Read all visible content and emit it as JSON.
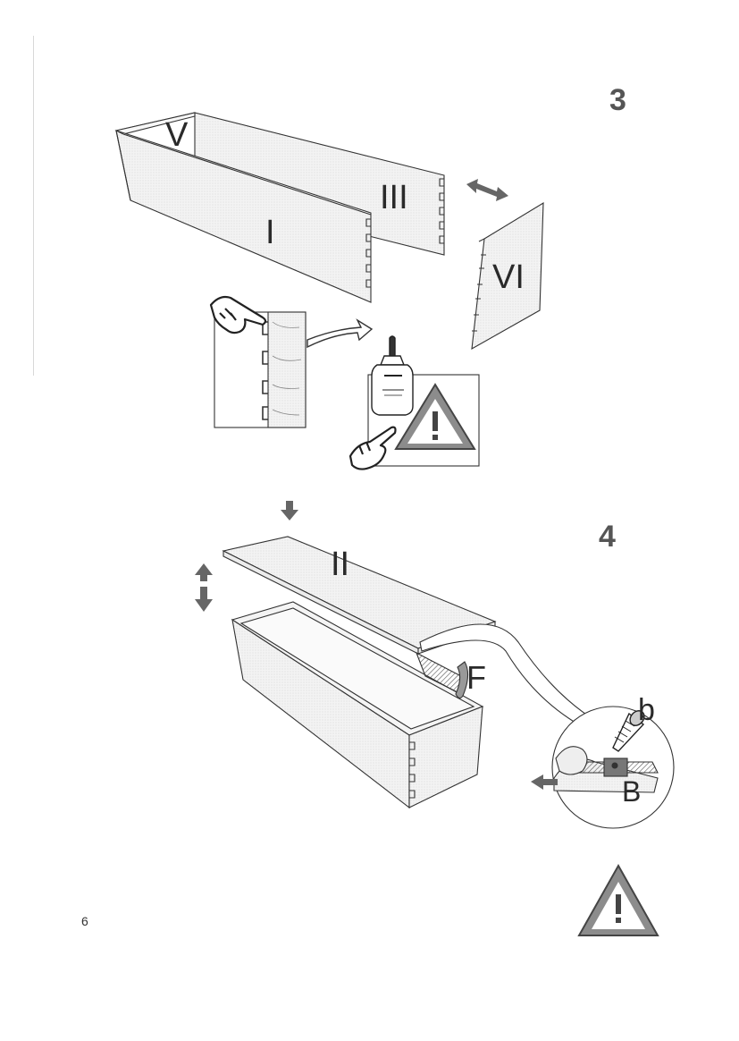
{
  "page_number": "6",
  "steps": [
    {
      "number": "3",
      "parts": {
        "p1": "V",
        "p2": "III",
        "p3": "I",
        "p4": "VI"
      }
    },
    {
      "number": "4",
      "parts": {
        "p1": "II",
        "p2": "F",
        "p3": "b",
        "p4": "B"
      }
    }
  ],
  "icons": {
    "warning": "warning-triangle-icon",
    "glue": "glue-bottle-icon",
    "pointing_hand": "pointing-hand-icon"
  },
  "colors": {
    "line": "#333333",
    "arrow": "#666666",
    "warning_fill": "#8c8c8c"
  }
}
